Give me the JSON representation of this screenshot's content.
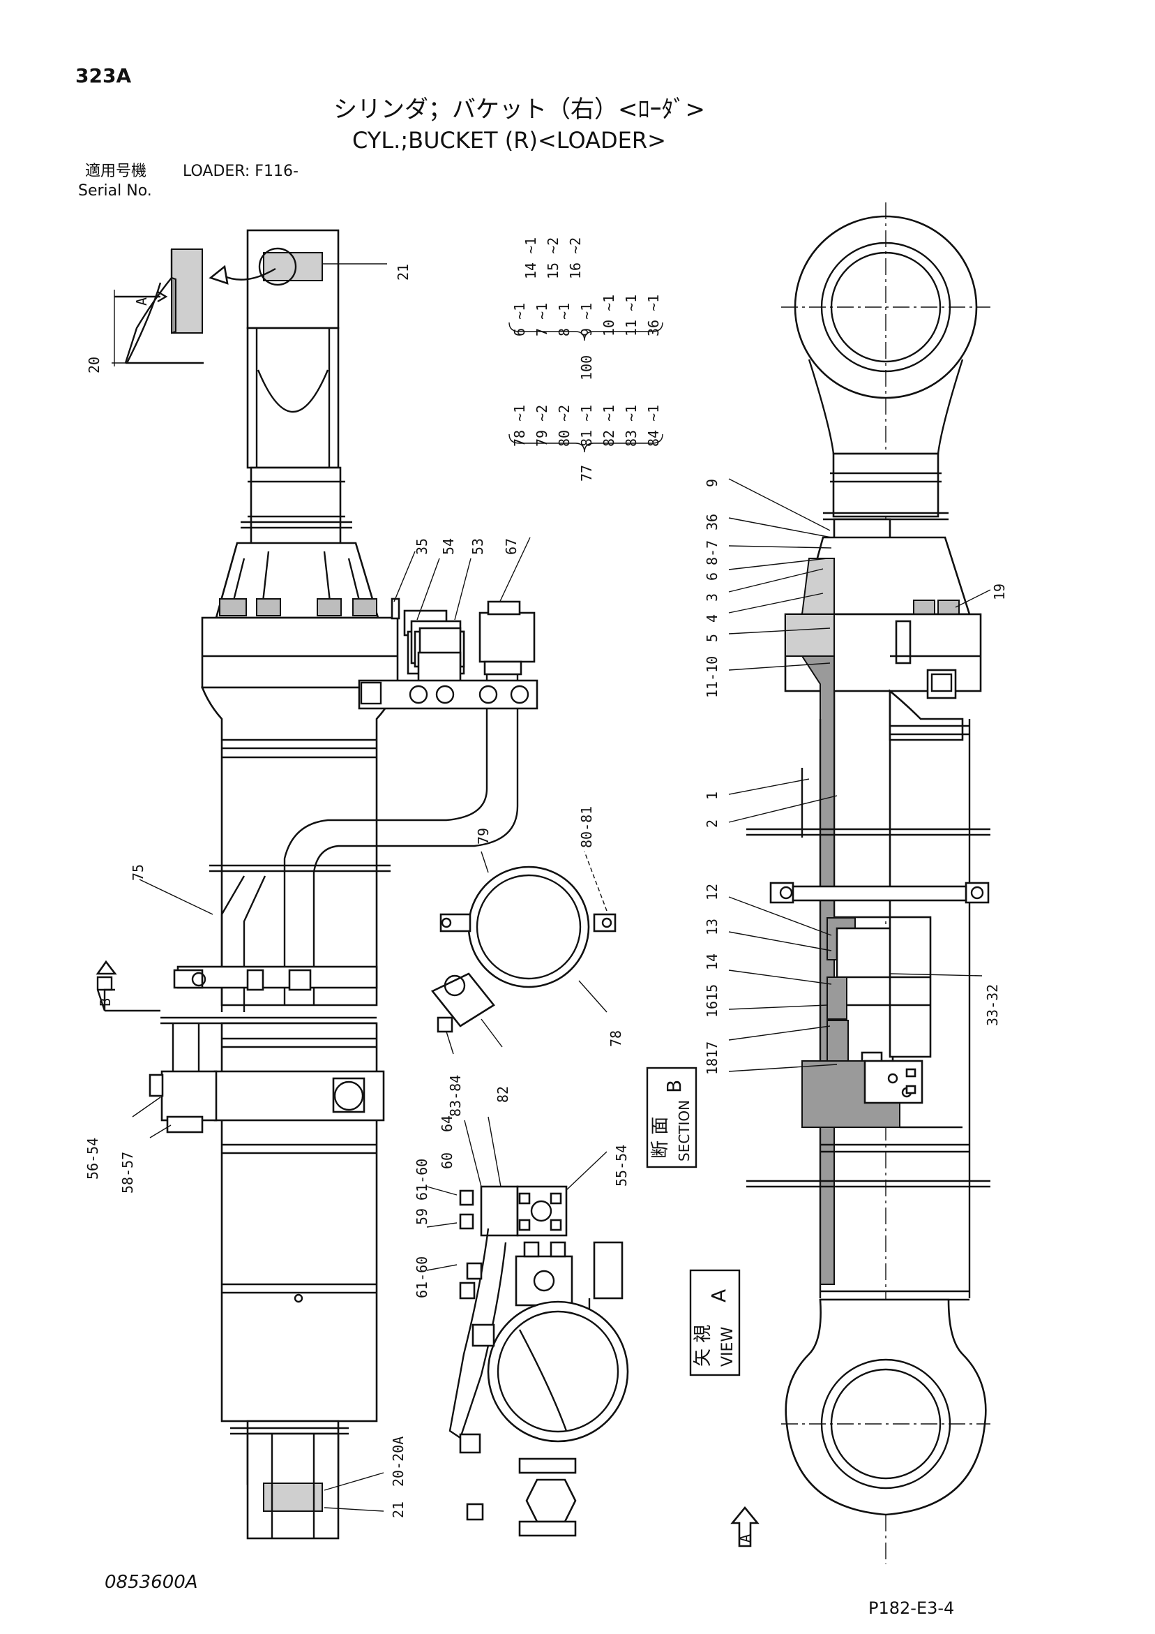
{
  "page": {
    "code": "323A",
    "title_jp": "シリンダ；バケット（右）<ﾛｰﾀﾞ>",
    "title_en": "CYL.;BUCKET (R)<LOADER>",
    "applicable_jp": "適用号機",
    "applicable_value": "LOADER: F116-",
    "serial_label": "Serial No.",
    "drawing_no": "0853600A",
    "page_ref": "P182-E3-4"
  },
  "groups": {
    "g100": {
      "parent": "100",
      "children": [
        "6 ~1",
        "7 ~1",
        "8 ~1",
        "9 ~1",
        "10 ~1",
        "11 ~1",
        "36 ~1"
      ],
      "extra": [
        "14 ~1",
        "15 ~2",
        "16 ~2"
      ]
    },
    "g77": {
      "parent": "77",
      "children": [
        "78 ~1",
        "79 ~2",
        "80 ~2",
        "81 ~1",
        "82 ~1",
        "83 ~1",
        "84 ~1"
      ]
    }
  },
  "callouts": {
    "c21_top": "21",
    "c20": "20",
    "cA_detail": "A",
    "c35": "35",
    "c54": "54",
    "c53": "53",
    "c67": "67",
    "c75": "75",
    "c79": "79",
    "c80_81": "80-81",
    "c78": "78",
    "c82": "82",
    "c83_84": "83-84",
    "c56_54": "56-54",
    "c58_57": "58-57",
    "c61_60a": "61-60",
    "c59": "59",
    "c61_60b": "61-60",
    "c60": "60",
    "c64": "64",
    "c55_54": "55-54",
    "c21_bot": "21",
    "c20_20A": "20-20A",
    "cB_arrow": "B",
    "c9": "9",
    "c36": "36",
    "c8_7": "8-7",
    "c6": "6",
    "c3": "3",
    "c4": "4",
    "c5": "5",
    "c11_10": "11-10",
    "c19": "19",
    "c1": "1",
    "c2": "2",
    "c12": "12",
    "c13": "13",
    "c14": "14",
    "c16_15": "1615",
    "c18_17": "1817",
    "c33_32": "33-32",
    "cA_arrow": "A"
  },
  "views": {
    "section_jp": "断 面",
    "section_en": "SECTION",
    "section_letter": "B",
    "view_jp": "矢 視",
    "view_en": "VIEW",
    "view_letter": "A"
  }
}
